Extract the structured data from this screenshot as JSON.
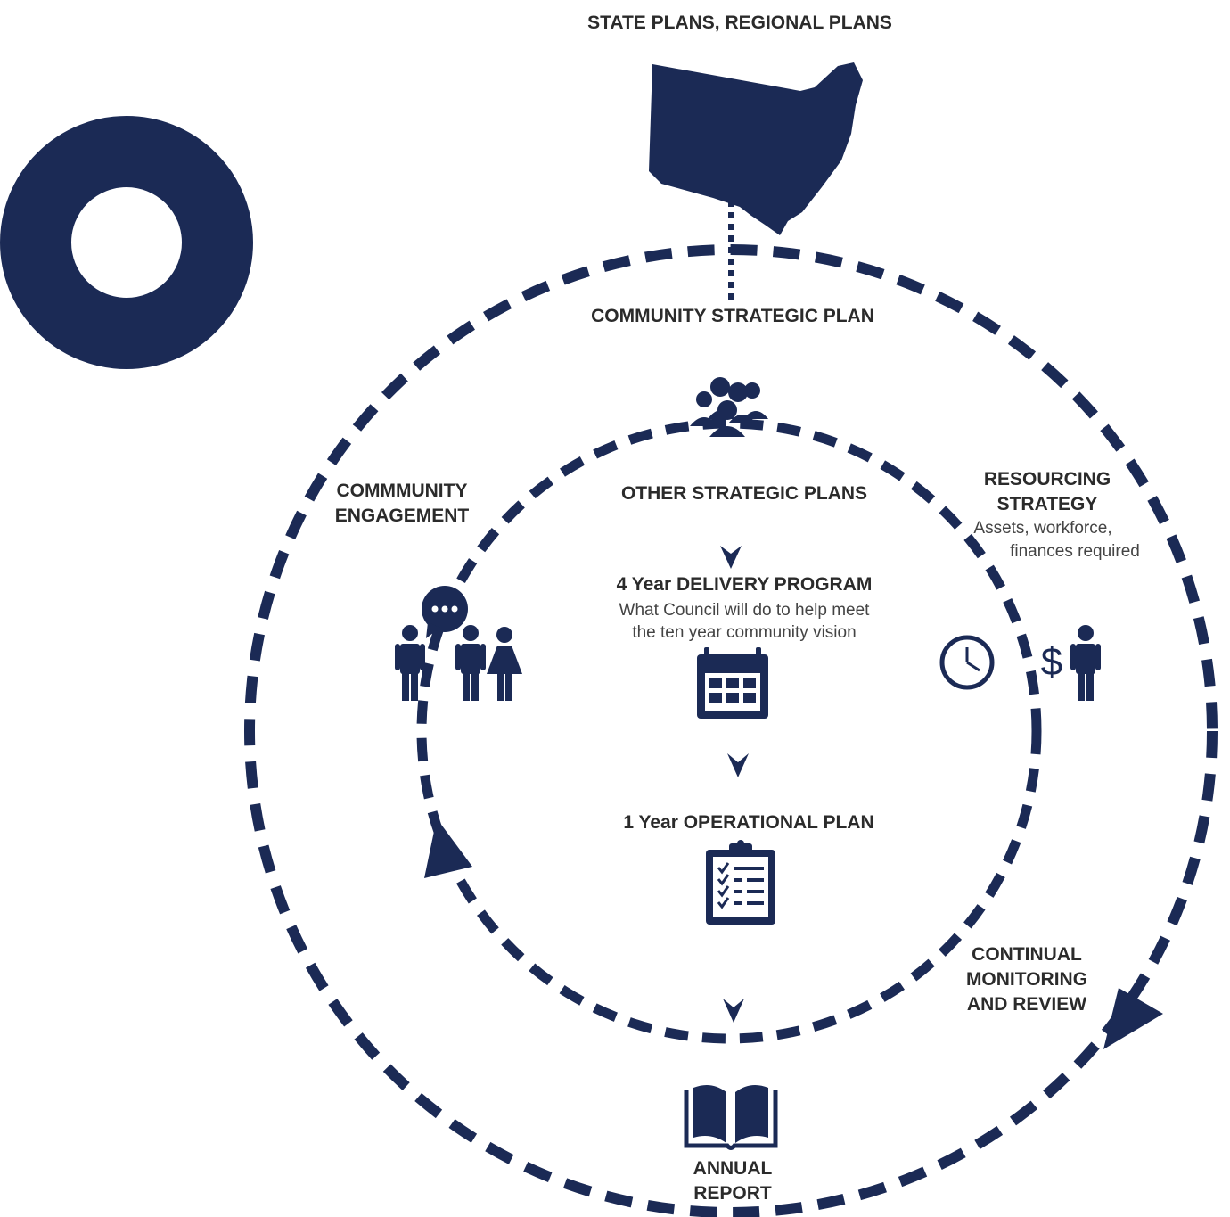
{
  "colors": {
    "navy": "#1b2a55",
    "text": "#2b2b2b",
    "subtext": "#444444",
    "background": "#ffffff"
  },
  "labels": {
    "state_plans": "STATE PLANS, REGIONAL PLANS",
    "community_strategic_plan": "COMMUNITY STRATEGIC PLAN",
    "community_engagement_1": "COMMMUNITY",
    "community_engagement_2": "ENGAGEMENT",
    "other_strategic_plans": "OTHER STRATEGIC PLANS",
    "resourcing_strategy_1": "RESOURCING",
    "resourcing_strategy_2": "STRATEGY",
    "resourcing_desc_1": "Assets, workforce,",
    "resourcing_desc_2": "finances required",
    "delivery_program_title": "4 Year DELIVERY PROGRAM",
    "delivery_program_desc_1": "What Council will do to help meet",
    "delivery_program_desc_2": "the ten year community vision",
    "operational_plan": "1 Year OPERATIONAL PLAN",
    "monitoring_1": "CONTINUAL",
    "monitoring_2": "MONITORING",
    "monitoring_3": "AND REVIEW",
    "annual_report_1": "ANNUAL",
    "annual_report_2": "REPORT"
  },
  "icons": [
    "ring-logo",
    "nsw-map-icon",
    "people-group-icon",
    "speech-bubble-icon",
    "person-icon",
    "family-icon",
    "clock-icon",
    "dollar-icon",
    "calendar-icon",
    "clipboard-checklist-icon",
    "book-icon",
    "cycle-arrow-icon",
    "down-chevron-icon"
  ]
}
